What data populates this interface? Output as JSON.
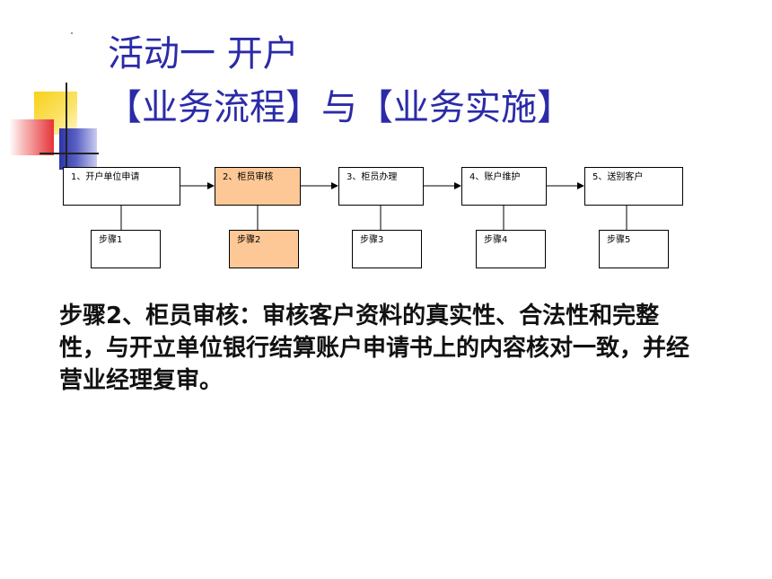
{
  "title": {
    "line1": "活动一  开户",
    "line2": "【业务流程】与【业务实施】"
  },
  "flow": {
    "stages": [
      "1、开户单位申请",
      "2、柜员审核",
      "3、柜员办理",
      "4、账户维护",
      "5、送别客户"
    ],
    "steps": [
      "步骤1",
      "步骤2",
      "步骤3",
      "步骤4",
      "步骤5"
    ],
    "highlight_color": "#fdc896"
  },
  "description": "步骤2、柜员审核：审核客户资料的真实性、合法性和完整性，与开立单位银行结算账户申请书上的内容核对一致，并经营业经理复审。",
  "colors": {
    "title": "#2b2ba8",
    "accent_yellow": "#f7d117",
    "accent_red": "#e5343a",
    "accent_blue": "#2c34a8"
  }
}
